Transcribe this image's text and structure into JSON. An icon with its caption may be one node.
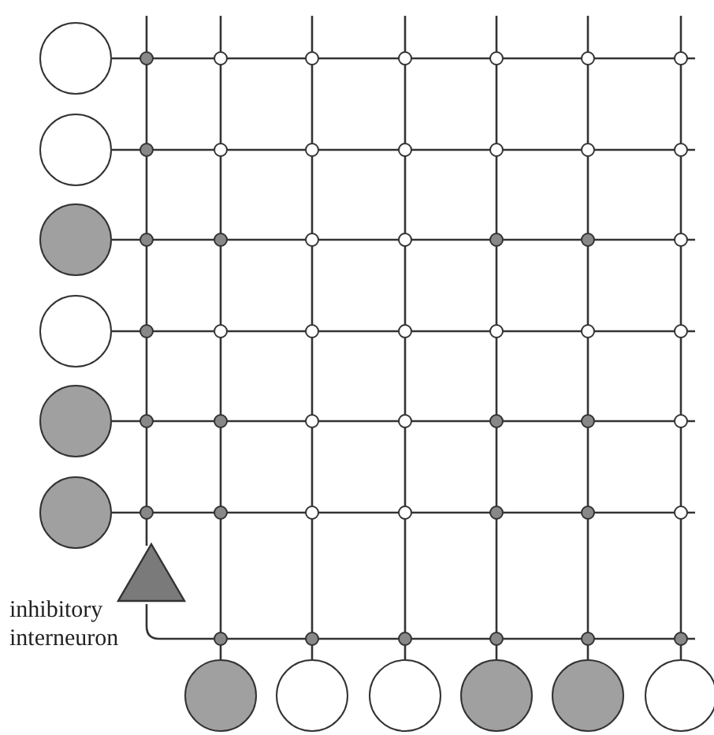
{
  "diagram": {
    "nodes": [
      {
        "text": [],
        "shape": "circle"
      },
      {
        "text": [],
        "shape": "circle"
      },
      {
        "text": [],
        "shape": "circle"
      },
      {
        "text": [],
        "shape": "circle"
      },
      {
        "text": [],
        "shape": "circle"
      },
      {
        "text": [],
        "shape": "circle"
      },
      {
        "text": [],
        "shape": "circle"
      },
      {
        "text": [],
        "shape": "circle"
      },
      {
        "text": [],
        "shape": "circle"
      },
      {
        "text": [],
        "shape": "circle"
      },
      {
        "text": [],
        "shape": "circle"
      },
      {
        "text": [],
        "shape": "circle"
      },
      {
        "text": [],
        "shape": "triangle",
        "beside": [
          "inhibitory interneuron"
        ]
      }
    ]
  }
}
